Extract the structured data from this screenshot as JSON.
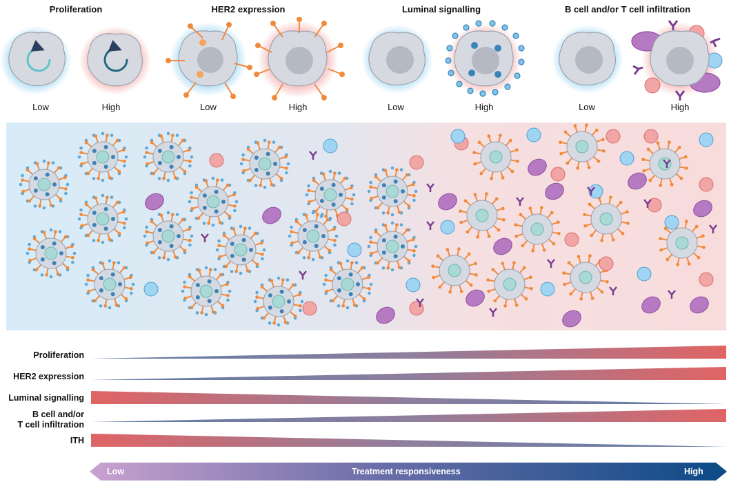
{
  "headers": {
    "proliferation": "Proliferation",
    "her2": "HER2 expression",
    "luminal": "Luminal signalling",
    "immune": "B cell and/or T cell infiltration"
  },
  "levels": {
    "low": "Low",
    "high": "High"
  },
  "gradients": [
    {
      "label": "Proliferation",
      "direction": "increasing"
    },
    {
      "label": "HER2 expression",
      "direction": "increasing"
    },
    {
      "label": "Luminal signalling",
      "direction": "decreasing"
    },
    {
      "label_lines": [
        "B cell and/or",
        "T cell infiltration"
      ],
      "direction": "increasing"
    },
    {
      "label": "ITH",
      "direction": "decreasing"
    }
  ],
  "axis": {
    "low": "Low",
    "title": "Treatment responsiveness",
    "high": "High"
  },
  "colors": {
    "low_end": "#5b7aa6",
    "high_end": "#e06464",
    "arrow_start": "#c9a2cf",
    "arrow_end": "#0b4a86"
  }
}
